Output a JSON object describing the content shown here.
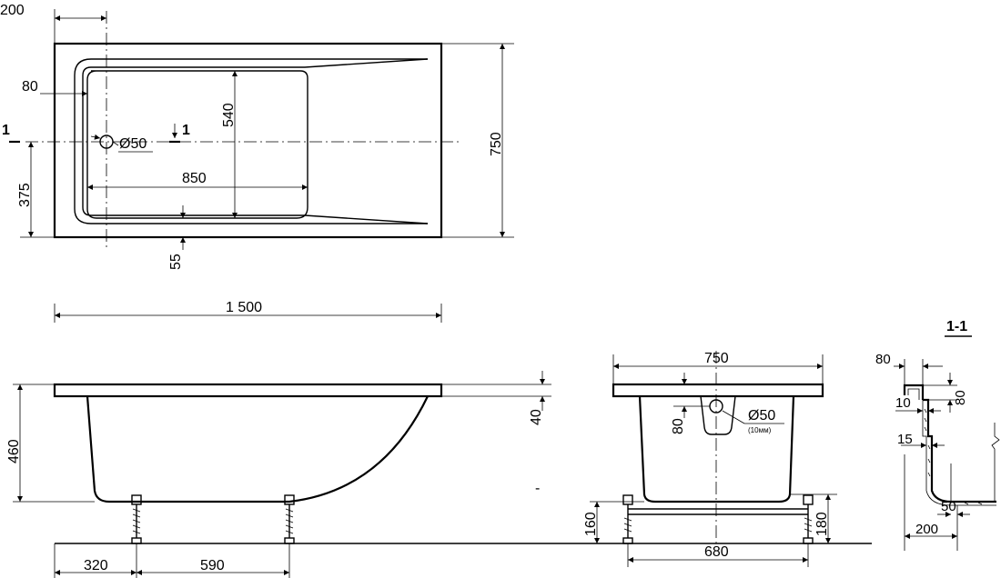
{
  "top_view": {
    "dim_200": "200",
    "dim_80": "80",
    "dim_540": "540",
    "dim_drain": "Ø50",
    "dim_850": "850",
    "dim_375": "375",
    "dim_55": "55",
    "dim_750": "750",
    "section_mark_left": "1",
    "section_mark_right": "1"
  },
  "overall": {
    "dim_1500": "1 500"
  },
  "side_view": {
    "dim_460": "460",
    "dim_40": "40",
    "dim_320": "320",
    "dim_590": "590",
    "stray_mark": "-"
  },
  "end_view": {
    "dim_750": "750",
    "dim_80": "80",
    "dim_drain": "Ø50",
    "drain_note": "(10мм)",
    "dim_160": "160",
    "dim_180": "180",
    "dim_680": "680"
  },
  "section_view": {
    "title": "1-1",
    "dim_80_top": "80",
    "dim_80_right": "80",
    "dim_10": "10",
    "dim_15": "15",
    "dim_50": "50",
    "dim_200": "200"
  }
}
